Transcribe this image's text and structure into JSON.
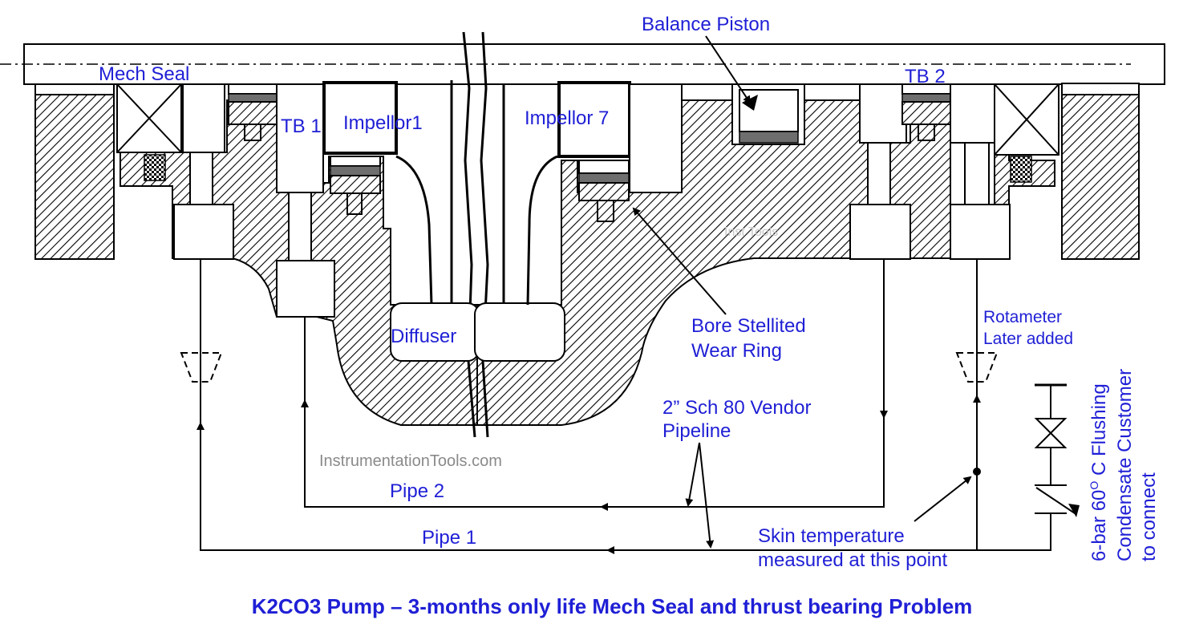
{
  "labels": {
    "balance_piston": "Balance Piston",
    "mech_seal": "Mech Seal",
    "tb1": "TB 1",
    "tb2": "TB 2",
    "impeller1": "Impellor1",
    "impeller7": "Impellor 7",
    "diffuser": "Diffuser",
    "bore_line1": "Bore Stellited",
    "bore_line2": "Wear Ring",
    "rotameter_line1": "Rotameter",
    "rotameter_line2": "Later added",
    "pipeline_line1": "2” Sch 80 Vendor",
    "pipeline_line2": "Pipeline",
    "pipe2": "Pipe 2",
    "pipe1": "Pipe 1",
    "skin_line1": "Skin temperature",
    "skin_line2": "measured at this point",
    "flush_line1": "6-bar 60",
    "flush_sup": "O",
    "flush_line1_end": " C Flushing",
    "flush_line2": "Condensate Customer",
    "flush_line3": "to connect"
  },
  "watermarks": {
    "main": "InstrumentationTools.com",
    "faint": "Inst Tools"
  },
  "title": "K2CO3 Pump – 3-months only life Mech Seal and thrust bearing Problem",
  "colors": {
    "label": "#1f1fd6",
    "line": "#000000",
    "watermark": "#8a8a8a"
  }
}
